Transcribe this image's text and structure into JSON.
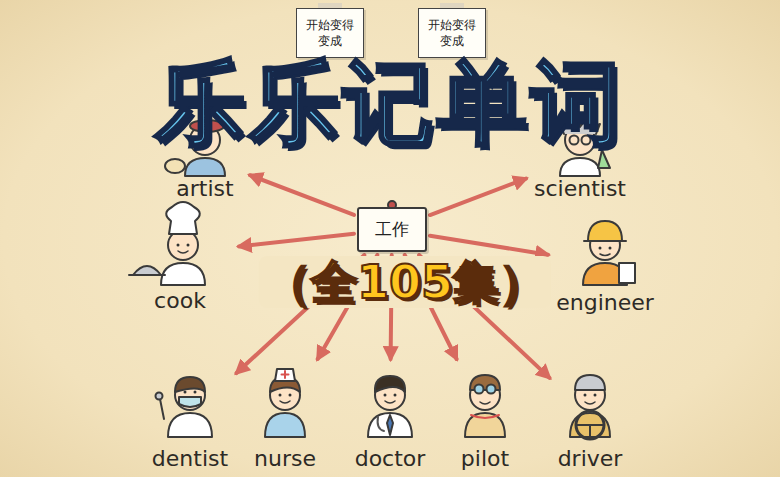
{
  "diagram": {
    "title": "乐乐记单词",
    "nodes": [
      {
        "text": [
          "开始变得 变成"
        ]
      },
      {
        "text": [
          "开始变得 变成"
        ]
      },
      {
        "text": [
          "artist"
        ]
      },
      {
        "text": [
          "scientist"
        ]
      },
      {
        "text": [
          "工作"
        ]
      },
      {
        "text": [
          "cook"
        ]
      },
      {
        "text": [
          "engineer"
        ]
      },
      {
        "text": [
          "dentist"
        ]
      },
      {
        "text": [
          "nurse"
        ]
      },
      {
        "text": [
          "doctor"
        ]
      },
      {
        "text": [
          "pilot"
        ]
      },
      {
        "text": [
          "driver"
        ]
      }
    ],
    "edges": [
      {
        "from": 4,
        "to": 2,
        "arrow": "to"
      },
      {
        "from": 4,
        "to": 3,
        "arrow": "to"
      },
      {
        "from": 4,
        "to": 5,
        "arrow": "to"
      },
      {
        "from": 4,
        "to": 6,
        "arrow": "to"
      },
      {
        "from": 4,
        "to": 7,
        "arrow": "to"
      },
      {
        "from": 4,
        "to": 8,
        "arrow": "to"
      },
      {
        "from": 4,
        "to": 9,
        "arrow": "to"
      },
      {
        "from": 4,
        "to": 10,
        "arrow": "to"
      },
      {
        "from": 4,
        "to": 11,
        "arrow": "to"
      }
    ],
    "labels": [
      "（全105集）"
    ]
  }
}
